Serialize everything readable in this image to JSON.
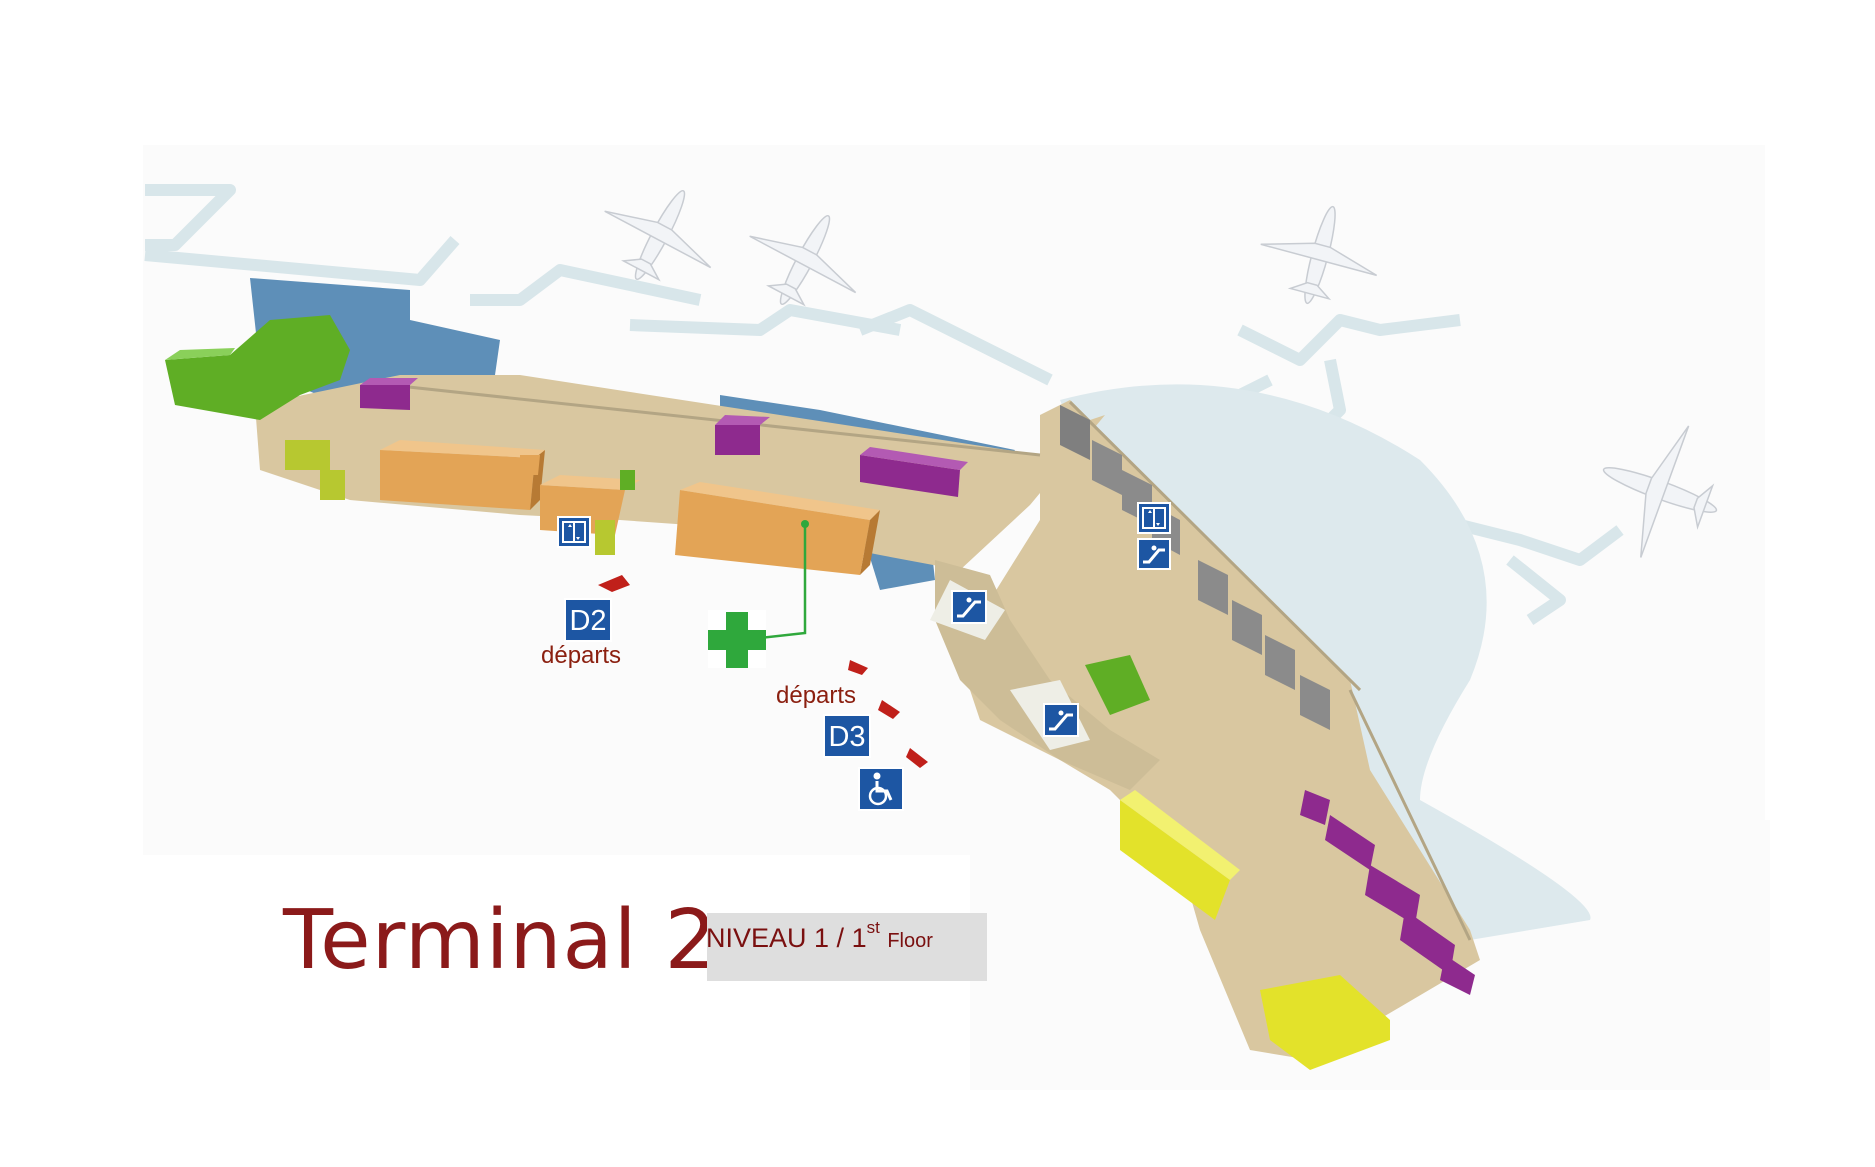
{
  "title": "Terminal 2",
  "level": {
    "niveau": "NIVEAU 1 /",
    "floor_num": "1",
    "floor_sup": "st",
    "floor_word": "Floor"
  },
  "gates": [
    {
      "code": "D2",
      "label": "départs"
    },
    {
      "code": "D3",
      "label": "départs"
    }
  ],
  "icons": [
    "pharmacy-cross-icon",
    "elevator-icon",
    "escalator-icon",
    "wheelchair-icon",
    "airplane-icon"
  ],
  "colors": {
    "title": "#8b1a1a",
    "floor": "#d9c7a0",
    "apron": "#5e8fb8",
    "walkway": "#dfe8ec",
    "shops_orange": "#e3a456",
    "shops_purple": "#8e2a8e",
    "green": "#5fae25",
    "yellow": "#e3e22a",
    "gray_block": "#8b8b8b",
    "info_blue": "#1d56a3",
    "arrow_red": "#c0201a",
    "pharmacy_green": "#2fa83c"
  }
}
